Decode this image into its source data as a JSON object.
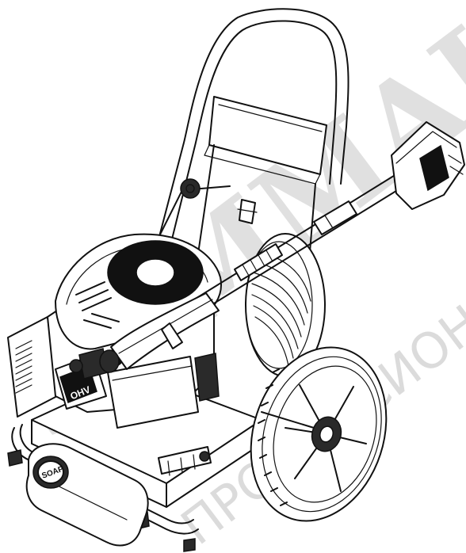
{
  "figure": {
    "engine_label": "OHV",
    "soap_label": "SOAP",
    "watermark_main": "SAMMAI",
    "watermark_sub": "ПРОФЕССИОНАЛ"
  },
  "colors": {
    "line": "#111111",
    "fill": "#ffffff",
    "watermark": "#c8c8c8"
  }
}
